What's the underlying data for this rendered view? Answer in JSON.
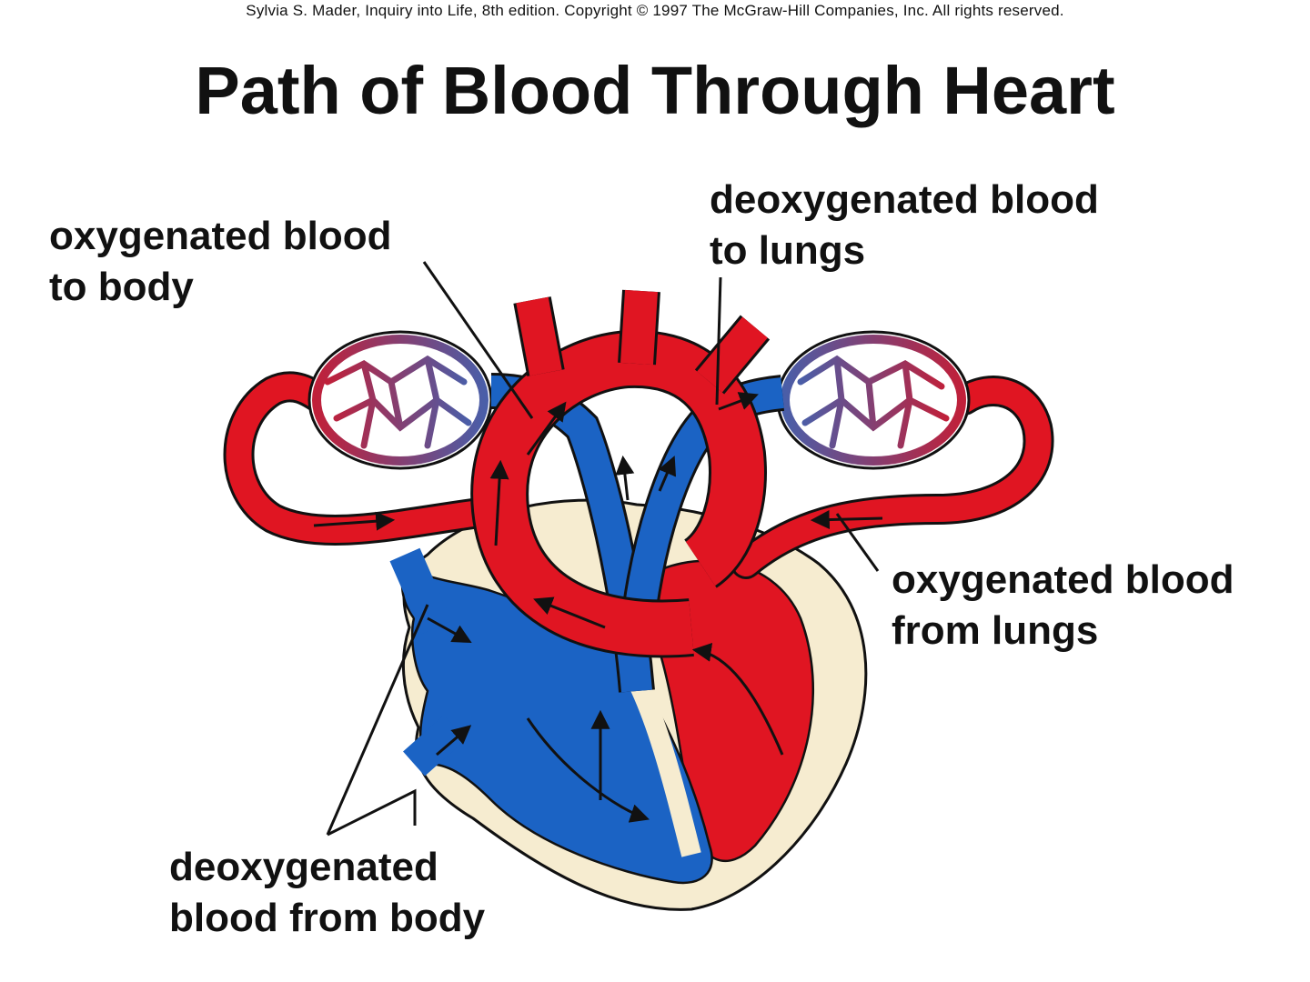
{
  "copyright": "Sylvia S. Mader, Inquiry into Life, 8th edition. Copyright © 1997 The McGraw-Hill Companies, Inc. All rights reserved.",
  "title": "Path of Blood Through Heart",
  "labels": {
    "oxygenated_to_body": [
      "oxygenated blood",
      "to body"
    ],
    "deoxygenated_to_lungs": [
      "deoxygenated blood",
      "to lungs"
    ],
    "oxygenated_from_lungs": [
      "oxygenated blood",
      "from lungs"
    ],
    "deoxygenated_from_body": [
      "deoxygenated",
      "blood from body"
    ]
  },
  "colors": {
    "oxygenated": "#e01522",
    "deoxygenated": "#1565c0",
    "heart_wall": "#f6ecd0",
    "capillary": "#7a3b66",
    "outline": "#111111"
  }
}
